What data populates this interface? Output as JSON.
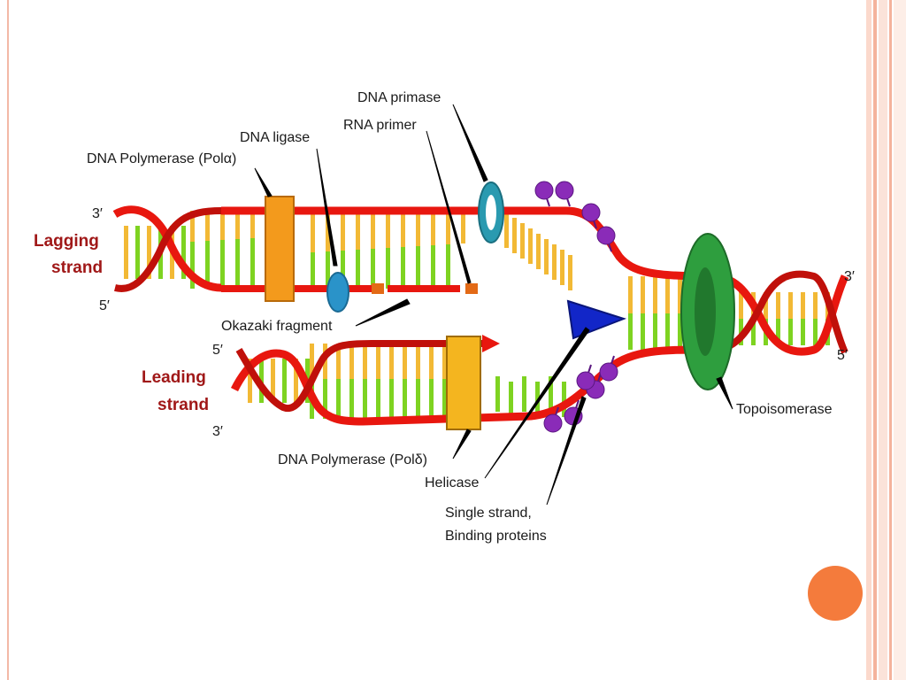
{
  "labels": {
    "dna_primase": "DNA primase",
    "rna_primer": "RNA primer",
    "dna_ligase": "DNA ligase",
    "pol_alpha": "DNA Polymerase (Polα)",
    "okazaki": "Okazaki fragment",
    "pol_delta": "DNA Polymerase (Polδ)",
    "helicase": "Helicase",
    "ssb_line1": "Single strand,",
    "ssb_line2": "Binding proteins",
    "topoisomerase": "Topoisomerase"
  },
  "strands": {
    "lagging_line1": "Lagging",
    "lagging_line2": "strand",
    "leading_line1": "Leading",
    "leading_line2": "strand"
  },
  "ends": {
    "lag_3": "3′",
    "lag_5": "5′",
    "lead_5": "5′",
    "lead_3": "3′",
    "right_3": "3′",
    "right_5": "5′"
  },
  "colors": {
    "backbone": "#e8170f",
    "backbone_dark": "#b00d08",
    "base_green": "#7ed321",
    "base_yellow": "#f2b935",
    "polymerase": "#f39a1c",
    "ligase": "#2a93c9",
    "primase": "#2a9ab0",
    "topoisomerase": "#2e9e3e",
    "helicase": "#1226c8",
    "ssb": "#8a2bb8",
    "primer": "#e36a16",
    "frame_accent": "#f7a37f",
    "bullet": "#f47b3c"
  }
}
